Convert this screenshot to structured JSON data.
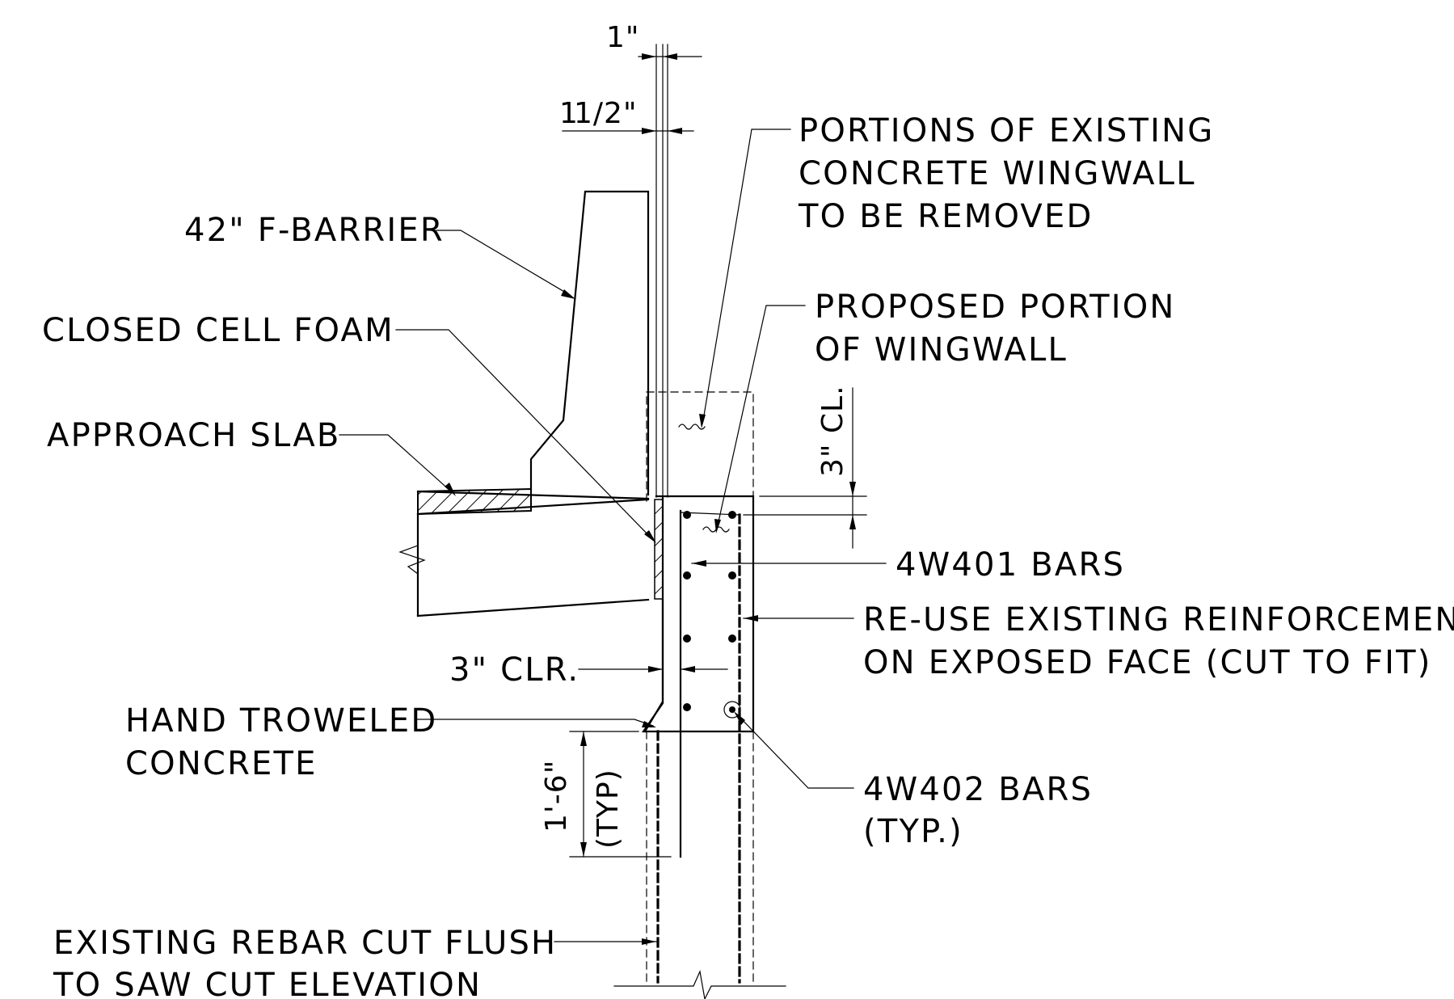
{
  "labels": {
    "f_barrier": "42\" F-BARRIER",
    "closed_cell_foam": "CLOSED CELL FOAM",
    "approach_slab": "APPROACH SLAB",
    "clear_3": "3\" CLR.",
    "hand_troweled_1": "HAND TROWELED",
    "hand_troweled_2": "CONCRETE",
    "existing_rebar_1": "EXISTING REBAR CUT FLUSH",
    "existing_rebar_2": "TO SAW CUT ELEVATION",
    "portions_1": "PORTIONS OF EXISTING",
    "portions_2": "CONCRETE WINGWALL",
    "portions_3": "TO BE REMOVED",
    "proposed_1": "PROPOSED PORTION",
    "proposed_2": "OF WINGWALL",
    "bars_401": "4W401 BARS",
    "reuse_1": "RE-USE EXISTING REINFORCEMENT",
    "reuse_2": "ON EXPOSED FACE (CUT TO FIT)",
    "bars_402_1": "4W402 BARS",
    "bars_402_2": "(TYP.)"
  },
  "dimensions": {
    "one_inch": "1\"",
    "one_half_whole": "1",
    "one_half_frac": "1/2\"",
    "three_cl": "3\" CL.",
    "one_six": "1'-6\"",
    "one_six_typ": "(TYP)"
  }
}
